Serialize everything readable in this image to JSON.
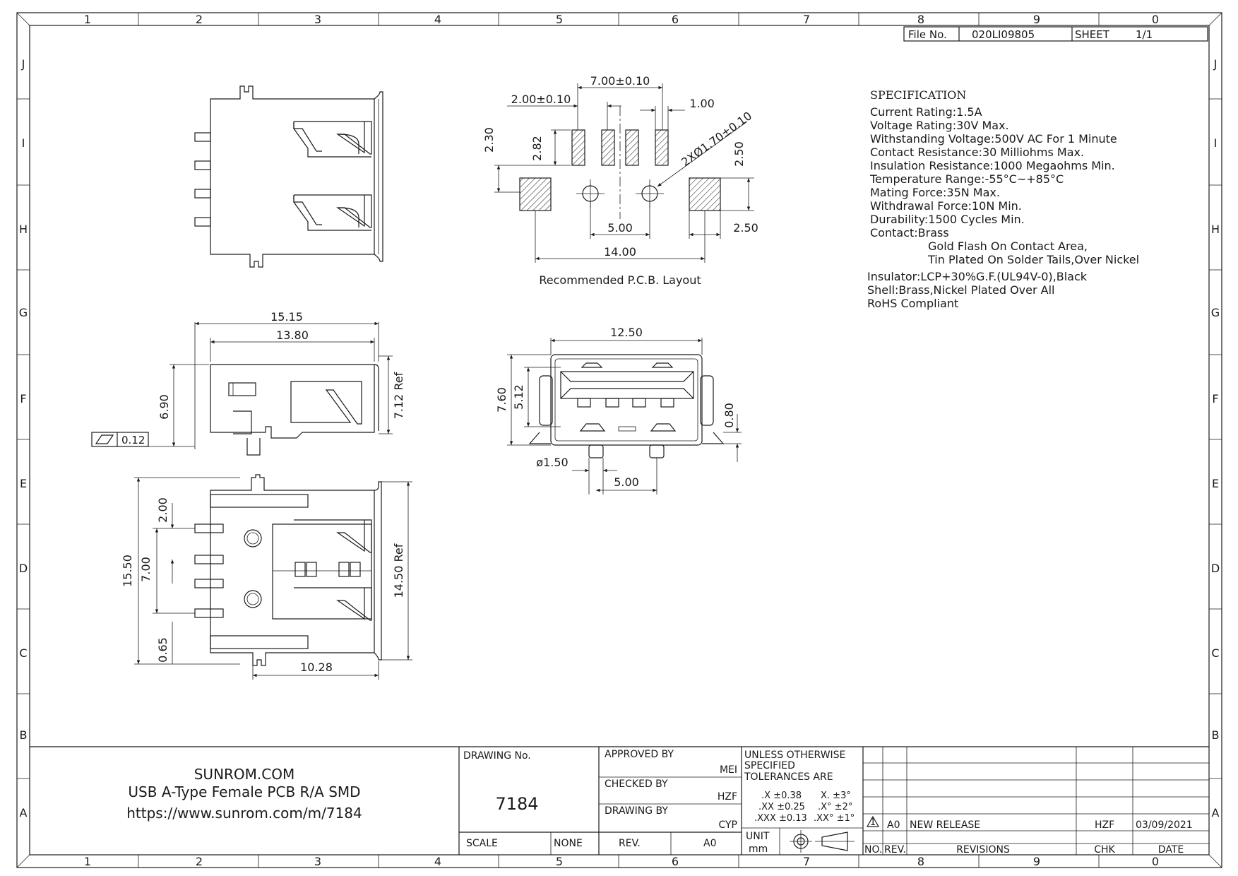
{
  "border": {
    "columns": [
      "1",
      "2",
      "3",
      "4",
      "5",
      "6",
      "7",
      "8",
      "9",
      "0"
    ],
    "rows": [
      "J",
      "I",
      "H",
      "G",
      "F",
      "E",
      "D",
      "C",
      "B",
      "A"
    ]
  },
  "file_box": {
    "file_label": "File No.",
    "file_value": "020LI09805",
    "sheet_label": "SHEET",
    "sheet_value": "1/1"
  },
  "specification": {
    "title": "SPECIFICATION",
    "lines": [
      "Current  Rating:1.5A",
      "Voltage  Rating:30V  Max.",
      "Withstanding  Voltage:500V  AC  For  1  Minute",
      "Contact  Resistance:30  Milliohms  Max.",
      "Insulation  Resistance:1000  Megaohms  Min.",
      "Temperature  Range:-55°C~+85°C",
      "Mating  Force:35N  Max.",
      "Withdrawal  Force:10N  Min.",
      "Durability:1500  Cycles  Min.",
      "Contact:Brass",
      "Gold  Flash  On  Contact  Area,",
      "Tin  Plated  On  Solder  Tails,Over  Nickel",
      "Insulator:LCP+30%G.F.(UL94V-0),Black",
      "Shell:Brass,Nickel  Plated  Over  All",
      "RoHS  Compliant"
    ]
  },
  "pcb_layout": {
    "caption": "Recommended  P.C.B.  Layout",
    "dims": {
      "d700": "7.00±0.10",
      "d200": "2.00±0.10",
      "d100": "1.00",
      "d230": "2.30",
      "d282": "2.82",
      "d250v": "2.50",
      "d500": "5.00",
      "d250h": "2.50",
      "d1400": "14.00",
      "hole": "2XØ1.70±0.10"
    }
  },
  "side_view": {
    "dims": {
      "d1515": "15.15",
      "d1380": "13.80",
      "d690": "6.90",
      "d712": "7.12  Ref"
    },
    "flatness": {
      "value": "0.12"
    }
  },
  "bottom_view": {
    "dims": {
      "d1550": "15.50",
      "d700": "7.00",
      "d200": "2.00",
      "d065": "0.65",
      "d1450": "14.50  Ref",
      "d1028": "10.28"
    }
  },
  "front_view": {
    "dims": {
      "d1250": "12.50",
      "d760": "7.60",
      "d512": "5.12",
      "d080": "0.80",
      "d150": "ø1.50",
      "d500": "5.00"
    }
  },
  "title_block": {
    "company": "SUNROM.COM",
    "product": "USB A-Type Female PCB R/A SMD",
    "url": "https://www.sunrom.com/m/7184",
    "drawing_no_label": "DRAWING  No.",
    "drawing_no": "7184",
    "scale_label": "SCALE",
    "scale_value": "NONE",
    "approved_label": "APPROVED  BY",
    "approved_value": "MEI",
    "checked_label": "CHECKED  BY",
    "checked_value": "HZF",
    "drawing_by_label": "DRAWING  BY",
    "drawing_by_value": "CYP",
    "rev_label": "REV.",
    "rev_value": "A0",
    "tol_line1": "UNLESS  OTHERWISE",
    "tol_line2": "SPECIFIED",
    "tol_line3": "TOLERANCES  ARE",
    "tol_x": ".X  ±0.38",
    "tol_xx": ".XX  ±0.25",
    "tol_xxx": ".XXX  ±0.13",
    "tol_ax": "X.  ±3°",
    "tol_axx": ".X°  ±2°",
    "tol_axxx": ".XX°  ±1°",
    "unit_label": "UNIT",
    "unit_value": "mm"
  },
  "revisions": {
    "rev": "A0",
    "description": "NEW  RELEASE",
    "chk": "HZF",
    "date": "03/09/2021",
    "h_no": "NO.",
    "h_rev": "REV.",
    "h_revisions": "REVISIONS",
    "h_chk": "CHK",
    "h_date": "DATE"
  }
}
